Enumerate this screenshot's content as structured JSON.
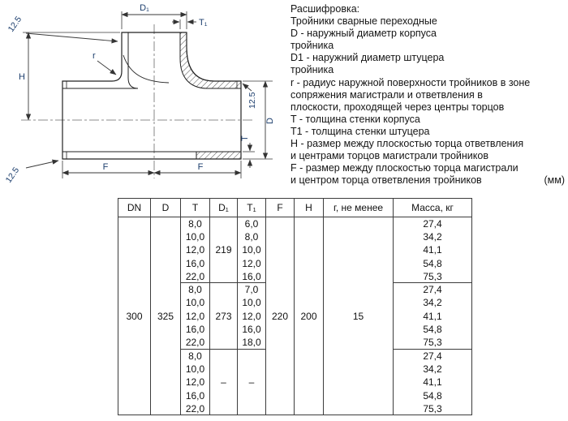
{
  "legend": {
    "title": "Расшифровка:",
    "lines": [
      "Тройники сварные переходные",
      "D - наружный диаметр корпуса",
      "тройника",
      "D1 - наружний диаметр штуцера",
      "тройника",
      "r - радиус наружной поверхности тройников в зоне",
      "сопряжения магистрали и ответвления в",
      "плоскости, проходящей через центры торцов",
      "T - толщина стенки корпуса",
      "T1 - толщина стенки штуцера",
      "H - размер между плоскостью торца ответвления",
      "и центрами торцов магистрали тройников",
      "F - размер между плоскостью торца магистрали",
      "и центром торца ответвления тройников"
    ],
    "unit": "(мм)"
  },
  "drawing": {
    "labels": {
      "d1": "D₁",
      "t1": "T₁",
      "h": "H",
      "d": "D",
      "t": "T",
      "f_left": "F",
      "f_right": "F",
      "r": "r",
      "bevel_top": "12.5",
      "bevel_right": "12.5",
      "bevel_bottom": "12.5"
    }
  },
  "table": {
    "headers": [
      "DN",
      "D",
      "T",
      "D₁",
      "T₁",
      "F",
      "H",
      "г, не менее",
      "Масса, кг"
    ],
    "dn": "300",
    "d": "325",
    "f": "220",
    "h": "200",
    "r_min": "15",
    "groups": [
      {
        "t": [
          "8,0",
          "10,0",
          "12,0",
          "16,0",
          "22,0"
        ],
        "d1": "219",
        "t1": [
          "6,0",
          "8,0",
          "10,0",
          "12,0",
          "16,0"
        ],
        "mass": [
          "27,4",
          "34,2",
          "41,1",
          "54,8",
          "75,3"
        ]
      },
      {
        "t": [
          "8,0",
          "10,0",
          "12,0",
          "16,0",
          "22,0"
        ],
        "d1": "273",
        "t1": [
          "7,0",
          "10,0",
          "12,0",
          "16,0",
          "18,0"
        ],
        "mass": [
          "27,4",
          "34,2",
          "41,1",
          "54,8",
          "75,3"
        ]
      },
      {
        "t": [
          "8,0",
          "10,0",
          "12,0",
          "16,0",
          "22,0"
        ],
        "d1": "–",
        "t1": "–",
        "mass": [
          "27,4",
          "34,2",
          "41,1",
          "54,8",
          "75,3"
        ]
      }
    ]
  }
}
